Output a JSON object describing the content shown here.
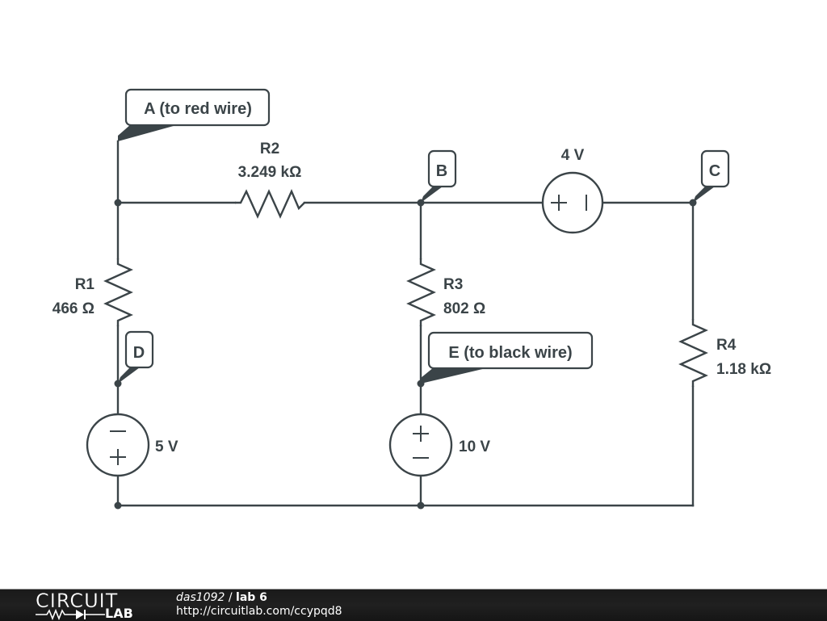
{
  "schematic": {
    "components": {
      "R1": {
        "name": "R1",
        "value": "466 Ω"
      },
      "R2": {
        "name": "R2",
        "value": "3.249 kΩ"
      },
      "R3": {
        "name": "R3",
        "value": "802 Ω"
      },
      "R4": {
        "name": "R4",
        "value": "1.18 kΩ"
      },
      "V1": {
        "value": "5 V"
      },
      "V2": {
        "value": "10 V"
      },
      "V3": {
        "value": "4 V"
      }
    },
    "node_labels": {
      "A": "A (to red wire)",
      "B": "B",
      "C": "C",
      "D": "D",
      "E": "E (to black wire)"
    },
    "source_symbols": {
      "plus": "+",
      "minus": "−"
    }
  },
  "footer": {
    "logo_top": "CIRCUIT",
    "logo_bottom": "LAB",
    "user": "das1092",
    "separator": " / ",
    "title": "lab 6",
    "url": "http://circuitlab.com/ccypqd8"
  }
}
